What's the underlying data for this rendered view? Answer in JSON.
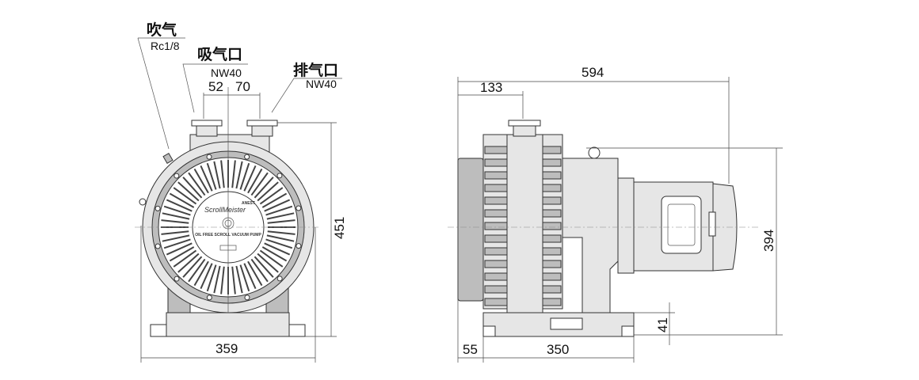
{
  "front_view": {
    "purge": {
      "label": "吹气",
      "spec": "Rc1/8"
    },
    "inlet": {
      "label": "吸气口",
      "spec": "NW40"
    },
    "exhaust": {
      "label": "排气口",
      "spec": "NW40"
    },
    "dims": {
      "inlet_offset": "52",
      "exhaust_offset": "70",
      "width": "359",
      "height": "451"
    },
    "nameplate": {
      "logo": "ScrollMeister",
      "brand": "ANEST",
      "product": "OIL FREE SCROLL VACUUM PUMP"
    }
  },
  "side_view": {
    "dims": {
      "length": "594",
      "port_offset": "133",
      "height": "394",
      "base_height": "41",
      "front_overhang": "55",
      "base_length": "350"
    }
  }
}
